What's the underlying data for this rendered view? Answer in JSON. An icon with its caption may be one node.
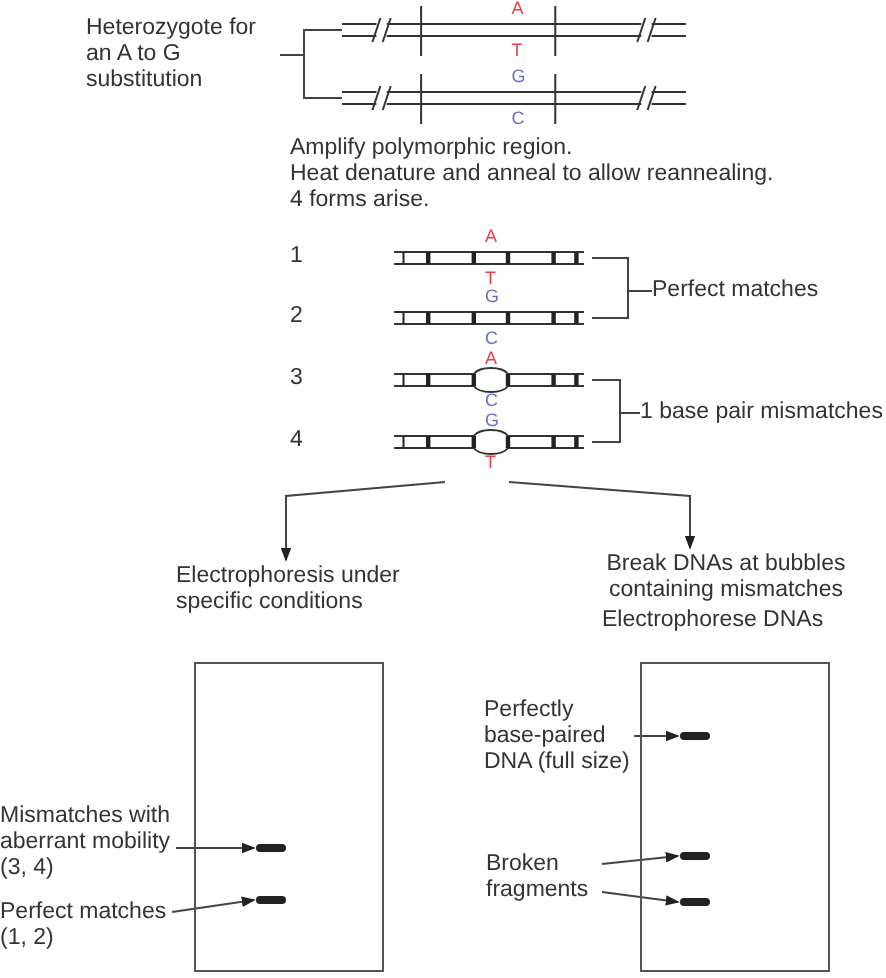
{
  "diagram": {
    "nodes": [
      {
        "text": [
          "Heterozygote for an A to G substitution"
        ]
      },
      {
        "text": [
          "A",
          "T"
        ]
      },
      {
        "text": [
          "G",
          "C"
        ]
      },
      {
        "text": [
          "A",
          "T"
        ],
        "beside": [
          "1"
        ]
      },
      {
        "text": [
          "G",
          "C"
        ],
        "beside": [
          "2"
        ]
      },
      {
        "text": [
          "Perfect matches"
        ]
      },
      {
        "text": [
          "A",
          "C"
        ],
        "beside": [
          "3"
        ]
      },
      {
        "text": [
          "G",
          "T"
        ],
        "beside": [
          "4"
        ]
      },
      {
        "text": [
          "1 base pair mismatches"
        ]
      },
      {
        "text": [
          "Electrophoresis under specific conditions"
        ]
      },
      {
        "text": [
          "Break DNAs at bubbles containing mismatches"
        ]
      },
      {
        "text": [],
        "shape": "box"
      },
      {
        "text": [],
        "shape": "box"
      },
      {
        "text": [
          "Perfectly base-paired DNA (full size)"
        ]
      },
      {
        "text": [],
        "shape": "bar",
        "in": 12
      },
      {
        "text": [
          "Mismatches with aberrant mobility (3, 4)"
        ]
      },
      {
        "text": [],
        "shape": "bar",
        "in": 11
      },
      {
        "text": [
          "Broken fragments"
        ]
      },
      {
        "text": [],
        "shape": "bar",
        "in": 12
      },
      {
        "text": [
          "Perfect matches (1, 2)"
        ]
      },
      {
        "text": [],
        "shape": "bar",
        "in": 11
      },
      {
        "text": [],
        "shape": "bar",
        "in": 12
      }
    ],
    "edges": [
      {
        "from": 0,
        "to": 1,
        "arrow": "none"
      },
      {
        "from": 0,
        "to": 2,
        "arrow": "none"
      },
      {
        "from": 5,
        "to": 3,
        "arrow": "none"
      },
      {
        "from": 5,
        "to": 4,
        "arrow": "none"
      },
      {
        "from": 8,
        "to": 6,
        "arrow": "none"
      },
      {
        "from": 8,
        "to": 7,
        "arrow": "none"
      },
      {
        "from": 7,
        "to": 9,
        "arrow": "to"
      },
      {
        "from": 7,
        "to": 10,
        "arrow": "to"
      },
      {
        "from": 13,
        "to": 14,
        "arrow": "to"
      },
      {
        "from": 15,
        "to": 16,
        "arrow": "to"
      },
      {
        "from": 17,
        "to": 18,
        "arrow": "to"
      },
      {
        "from": 17,
        "to": 21,
        "arrow": "to"
      },
      {
        "from": 19,
        "to": 20,
        "arrow": "to"
      }
    ],
    "labels": [
      "Amplify polymorphic region.",
      "Heat denature and anneal to allow reannealing.",
      "4 forms arise.",
      "Electrophorese DNAs"
    ]
  }
}
